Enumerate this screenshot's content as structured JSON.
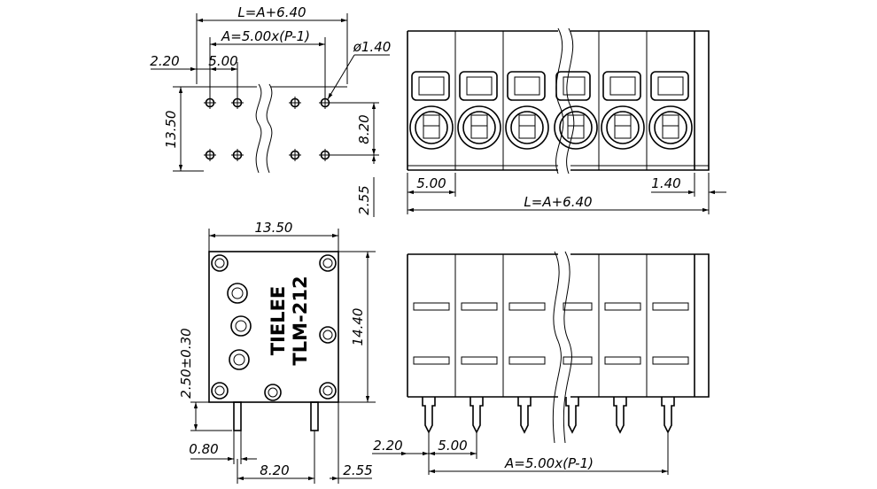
{
  "top_left": {
    "overall_length": "L=A+6.40",
    "pin_span": "A=5.00x(P-1)",
    "edge_offset": "2.20",
    "pitch": "5.00",
    "hole_dia": "ø1.40",
    "depth": "13.50",
    "row_spacing": "8.20",
    "rear_offset": "2.55"
  },
  "top_right": {
    "pitch": "5.00",
    "end_offset": "1.40",
    "overall_length": "L=A+6.40"
  },
  "side_view": {
    "width": "13.50",
    "height": "14.40",
    "pin_height": "2.50±0.30",
    "pin_width": "0.80",
    "row_spacing": "8.20",
    "rear_offset": "2.55",
    "brand_line1": "TIELEE",
    "brand_line2": "TLM-212"
  },
  "front_view": {
    "edge_offset": "2.20",
    "pitch": "5.00",
    "pin_span": "A=5.00x(P-1)"
  }
}
